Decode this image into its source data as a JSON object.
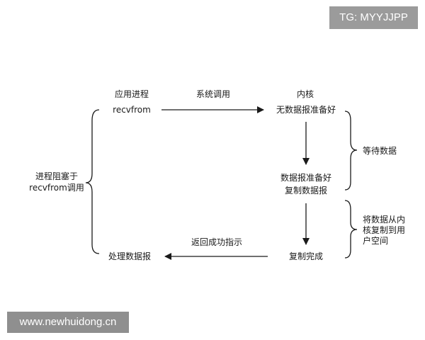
{
  "watermarks": {
    "top_right": "TG: MYYJJPP",
    "bottom_left": "www.newhuidong.cn"
  },
  "diagram": {
    "app_process_title": "应用进程",
    "recvfrom_call": "recvfrom",
    "syscall_label": "系统调用",
    "kernel_title": "内核",
    "no_data_ready": "无数据报准备好",
    "data_ready_line1": "数据报准备好",
    "data_ready_line2": "复制数据报",
    "copy_done": "复制完成",
    "return_success": "返回成功指示",
    "process_data": "处理数据报",
    "blocked_line1": "进程阻塞于",
    "blocked_line2": "recvfrom调用",
    "wait_data": "等待数据",
    "copy_to_user_line1": "将数据从内",
    "copy_to_user_line2": "核复制到用",
    "copy_to_user_line3": "户空间"
  },
  "colors": {
    "line": "#1a1a1a",
    "watermark_bg": "#9b9b9b"
  }
}
